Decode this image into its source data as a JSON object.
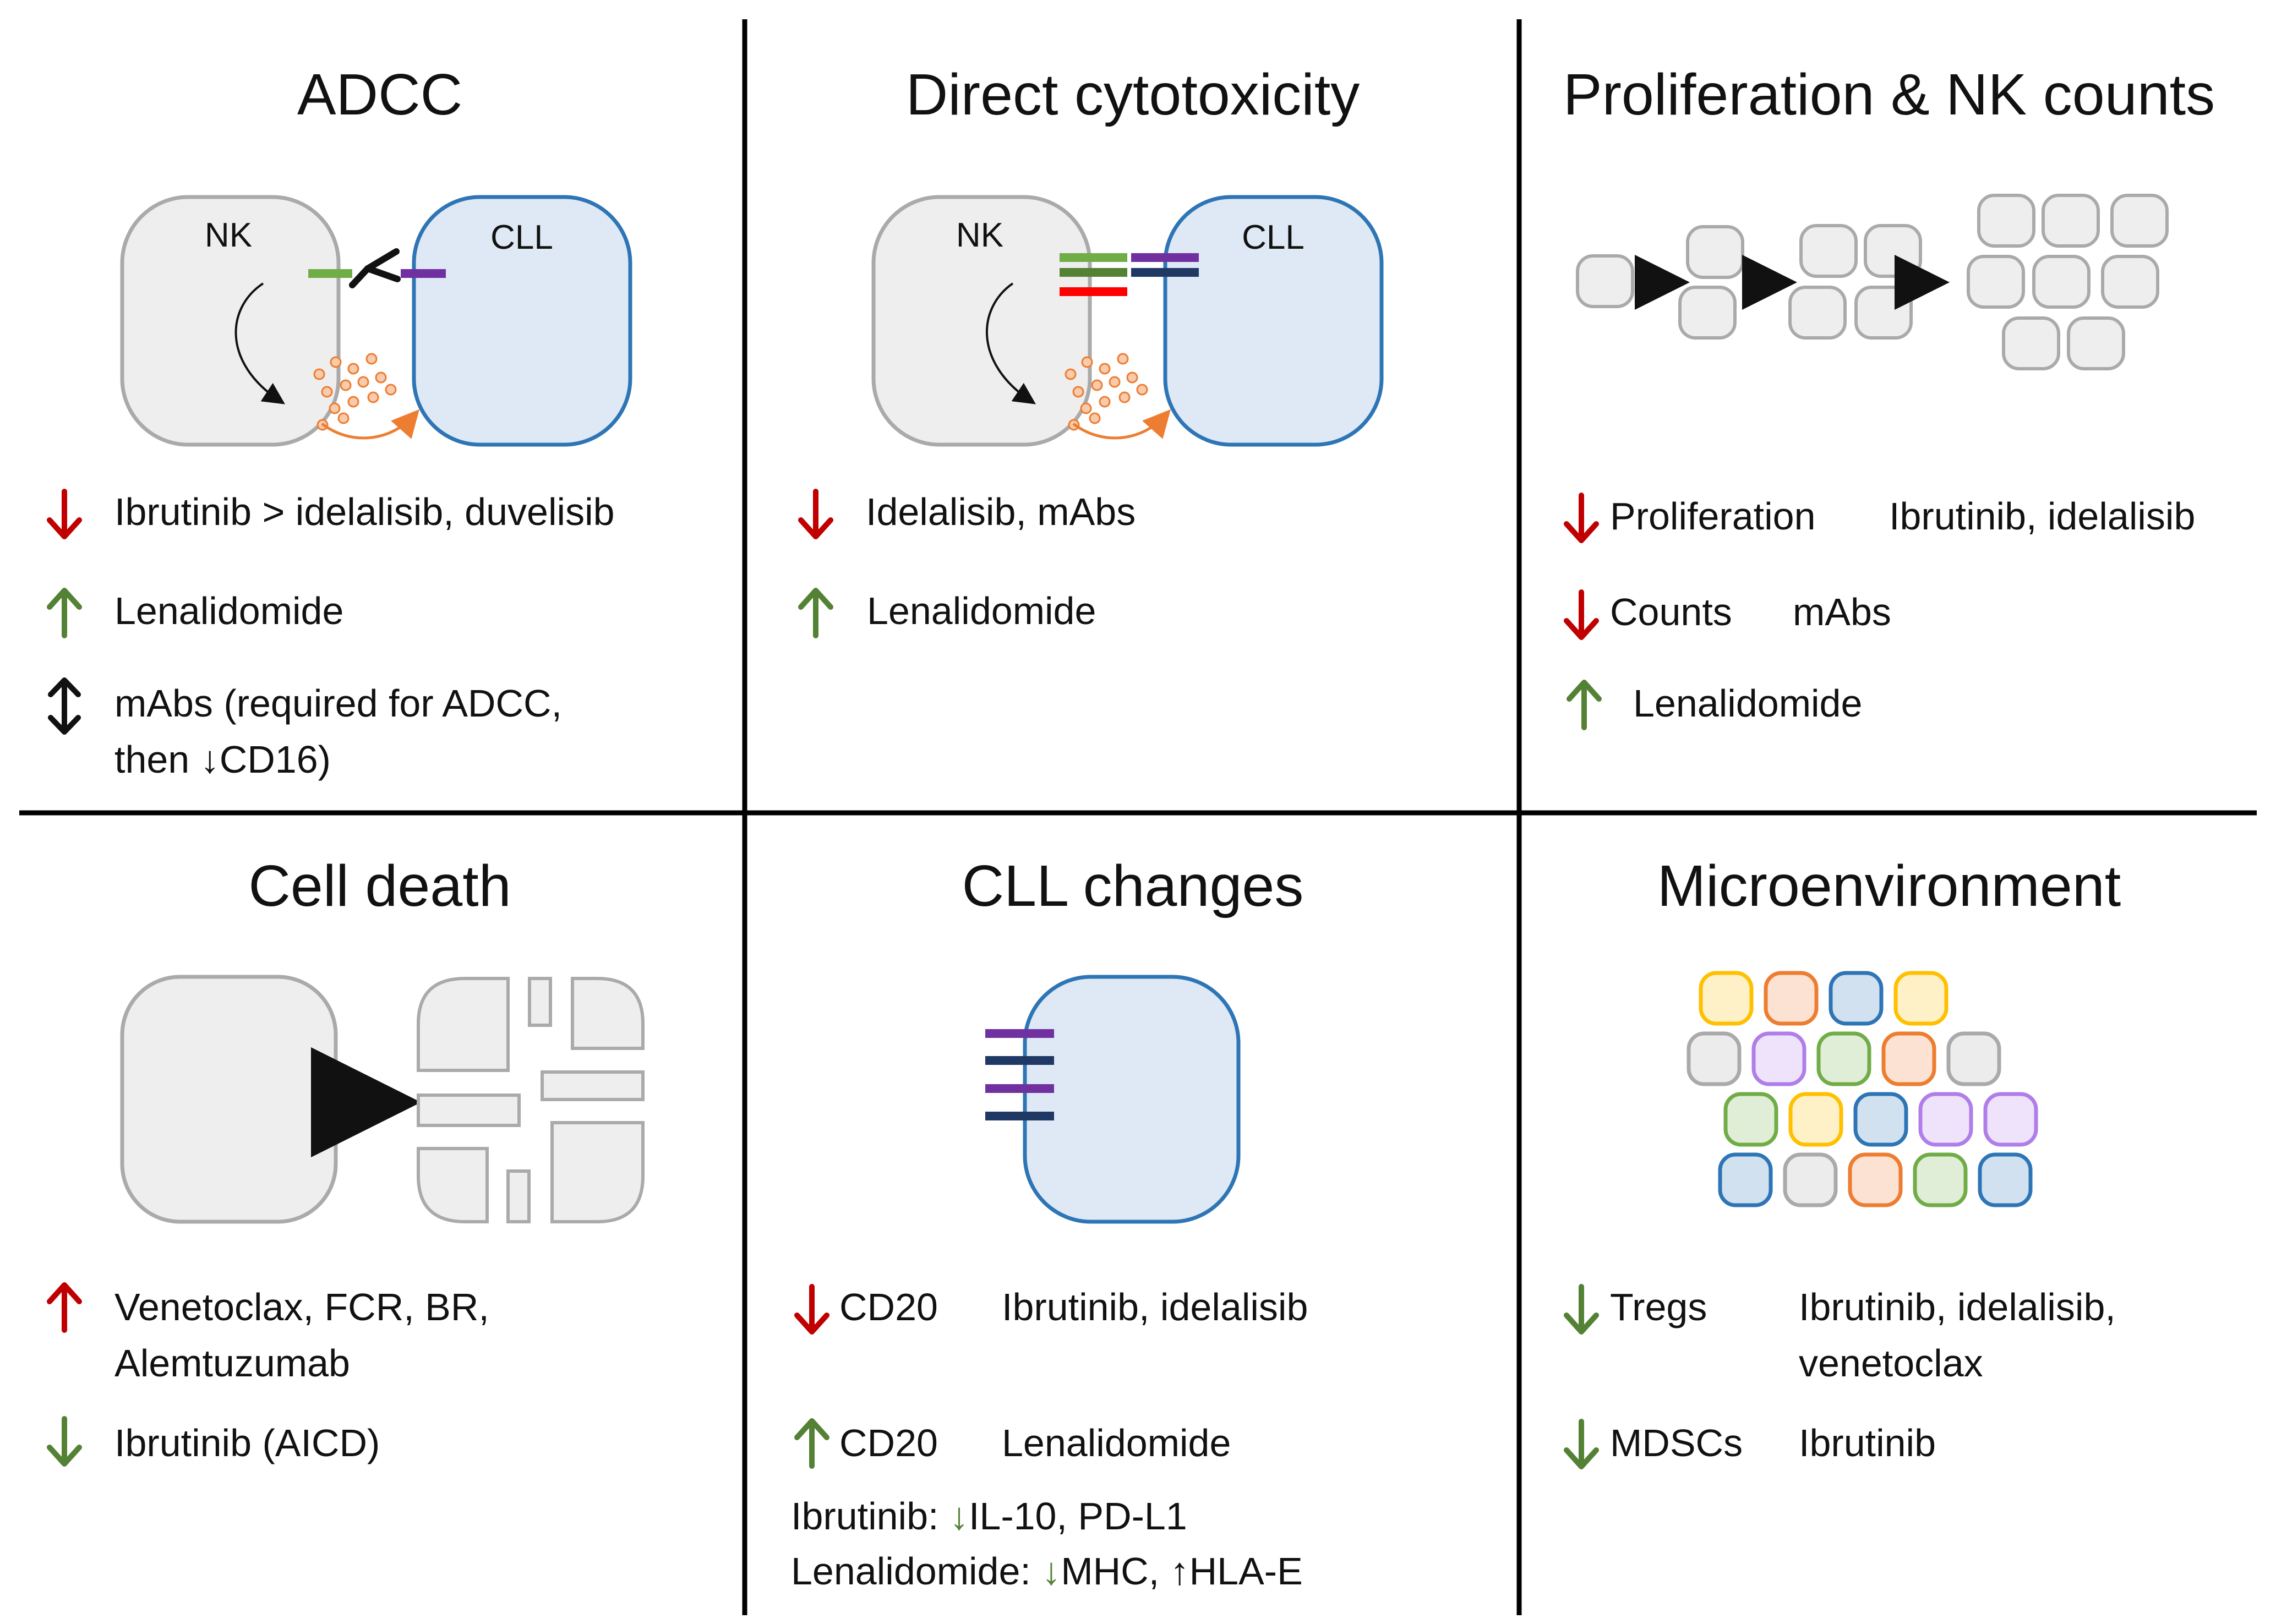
{
  "colors": {
    "down_red": "#c00000",
    "up_green": "#548235",
    "nk_fill": "#eeeeee",
    "nk_stroke": "#aaaaaa",
    "cll_fill": "#dee9f5",
    "cll_stroke": "#2e75b6",
    "receptor_green": "#70ad47",
    "receptor_darkgreen": "#548235",
    "receptor_purple": "#7030a0",
    "receptor_navy": "#1f3864",
    "receptor_red": "#ff0000",
    "granule": "#ed7d31"
  },
  "panels": {
    "adcc": {
      "title": "ADCC",
      "nk_label": "NK",
      "cll_label": "CLL",
      "items": [
        {
          "arrow": "down-red-arrow",
          "text": "Ibrutinib > idelalisib, duvelisib"
        },
        {
          "arrow": "up-green-arrow",
          "text": "Lenalidomide"
        },
        {
          "arrow": "updown-black-arrow",
          "text": "mAbs (required for ADCC,",
          "text2a": "then ",
          "text2_arrow": "↓",
          "text2b": "CD16)"
        }
      ]
    },
    "direct": {
      "title": "Direct cytotoxicity",
      "nk_label": "NK",
      "cll_label": "CLL",
      "items": [
        {
          "arrow": "down-red-arrow",
          "text": "Idelalisib, mAbs"
        },
        {
          "arrow": "up-green-arrow",
          "text": "Lenalidomide"
        }
      ]
    },
    "prolif": {
      "title": "Proliferation & NK counts",
      "items": [
        {
          "arrow": "down-red-arrow",
          "label": "Proliferation",
          "text": "Ibrutinib, idelalisib"
        },
        {
          "arrow": "down-red-arrow",
          "label": "Counts",
          "text": "mAbs"
        },
        {
          "arrow": "up-green-arrow",
          "text": "Lenalidomide"
        }
      ]
    },
    "death": {
      "title": "Cell death",
      "items": [
        {
          "arrow": "up-red-arrow",
          "text": "Venetoclax, FCR, BR,",
          "text2": "Alemtuzumab"
        },
        {
          "arrow": "down-green-arrow",
          "text": "Ibrutinib (AICD)"
        }
      ]
    },
    "cll": {
      "title": "CLL changes",
      "items": [
        {
          "arrow": "down-red-arrow",
          "label": "CD20",
          "text": "Ibrutinib, idelalisib"
        },
        {
          "arrow": "up-green-arrow",
          "label": "CD20",
          "text": "Lenalidomide"
        }
      ],
      "notes": [
        {
          "prefix": "Ibrutinib: ",
          "parts": [
            {
              "arrow": "↓",
              "text": "IL-10, PD-L1"
            }
          ]
        },
        {
          "prefix": "Lenalidomide: ",
          "parts": [
            {
              "arrow": "↓",
              "text": "MHC, "
            },
            {
              "arrow": "↑",
              "text": "HLA-E"
            }
          ]
        }
      ]
    },
    "micro": {
      "title": "Microenvironment",
      "items": [
        {
          "arrow": "down-green-arrow",
          "label": "Tregs",
          "text": "Ibrutinib, idelalisib,",
          "text2": "venetoclax"
        },
        {
          "arrow": "down-green-arrow",
          "label": "MDSCs",
          "text": "Ibrutinib"
        }
      ],
      "cell_colors": [
        [
          "#ffc000",
          "#ed7d31",
          "#2e75b6",
          "#ffc000"
        ],
        [
          "#aaaaaa",
          "#b07ee8",
          "#70ad47",
          "#ed7d31",
          "#aaaaaa"
        ],
        [
          "#70ad47",
          "#ffc000",
          "#2e75b6",
          "#b07ee8",
          "#b07ee8"
        ],
        [
          "#2e75b6",
          "#aaaaaa",
          "#ed7d31",
          "#70ad47",
          "#2e75b6"
        ]
      ]
    }
  }
}
